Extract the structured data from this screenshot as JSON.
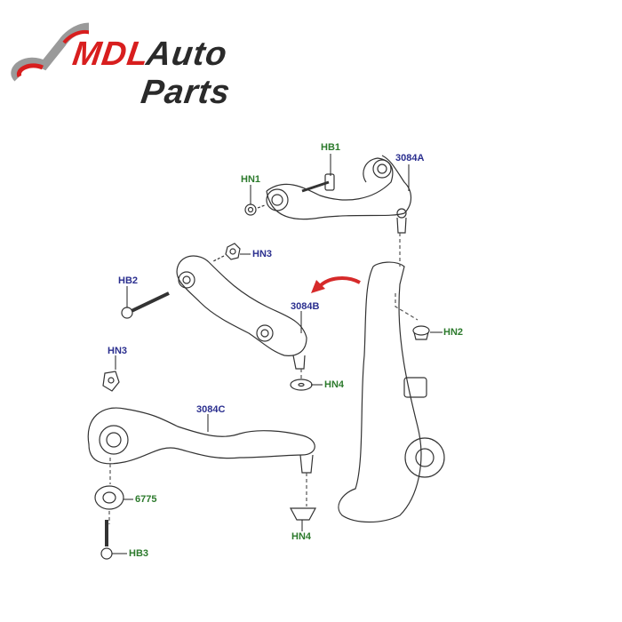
{
  "brand": {
    "name_part1": "MDL",
    "name_part2": "Auto Parts",
    "accent_color": "#d81e1e",
    "text_color": "#2a2a2a"
  },
  "diagram": {
    "title": "Front suspension arms exploded view",
    "label_colors": {
      "part": "#2b2f8f",
      "fastener": "#2c7a2c"
    },
    "labels": {
      "hb1": "HB1",
      "p3084a": "3084A",
      "hn1": "HN1",
      "hn3_top": "HN3",
      "hb2": "HB2",
      "p3084b": "3084B",
      "hn2": "HN2",
      "hn3_left": "HN3",
      "hn4_mid": "HN4",
      "p3084c": "3084C",
      "p6775": "6775",
      "hn4_bottom": "HN4",
      "hb3": "HB3"
    }
  }
}
